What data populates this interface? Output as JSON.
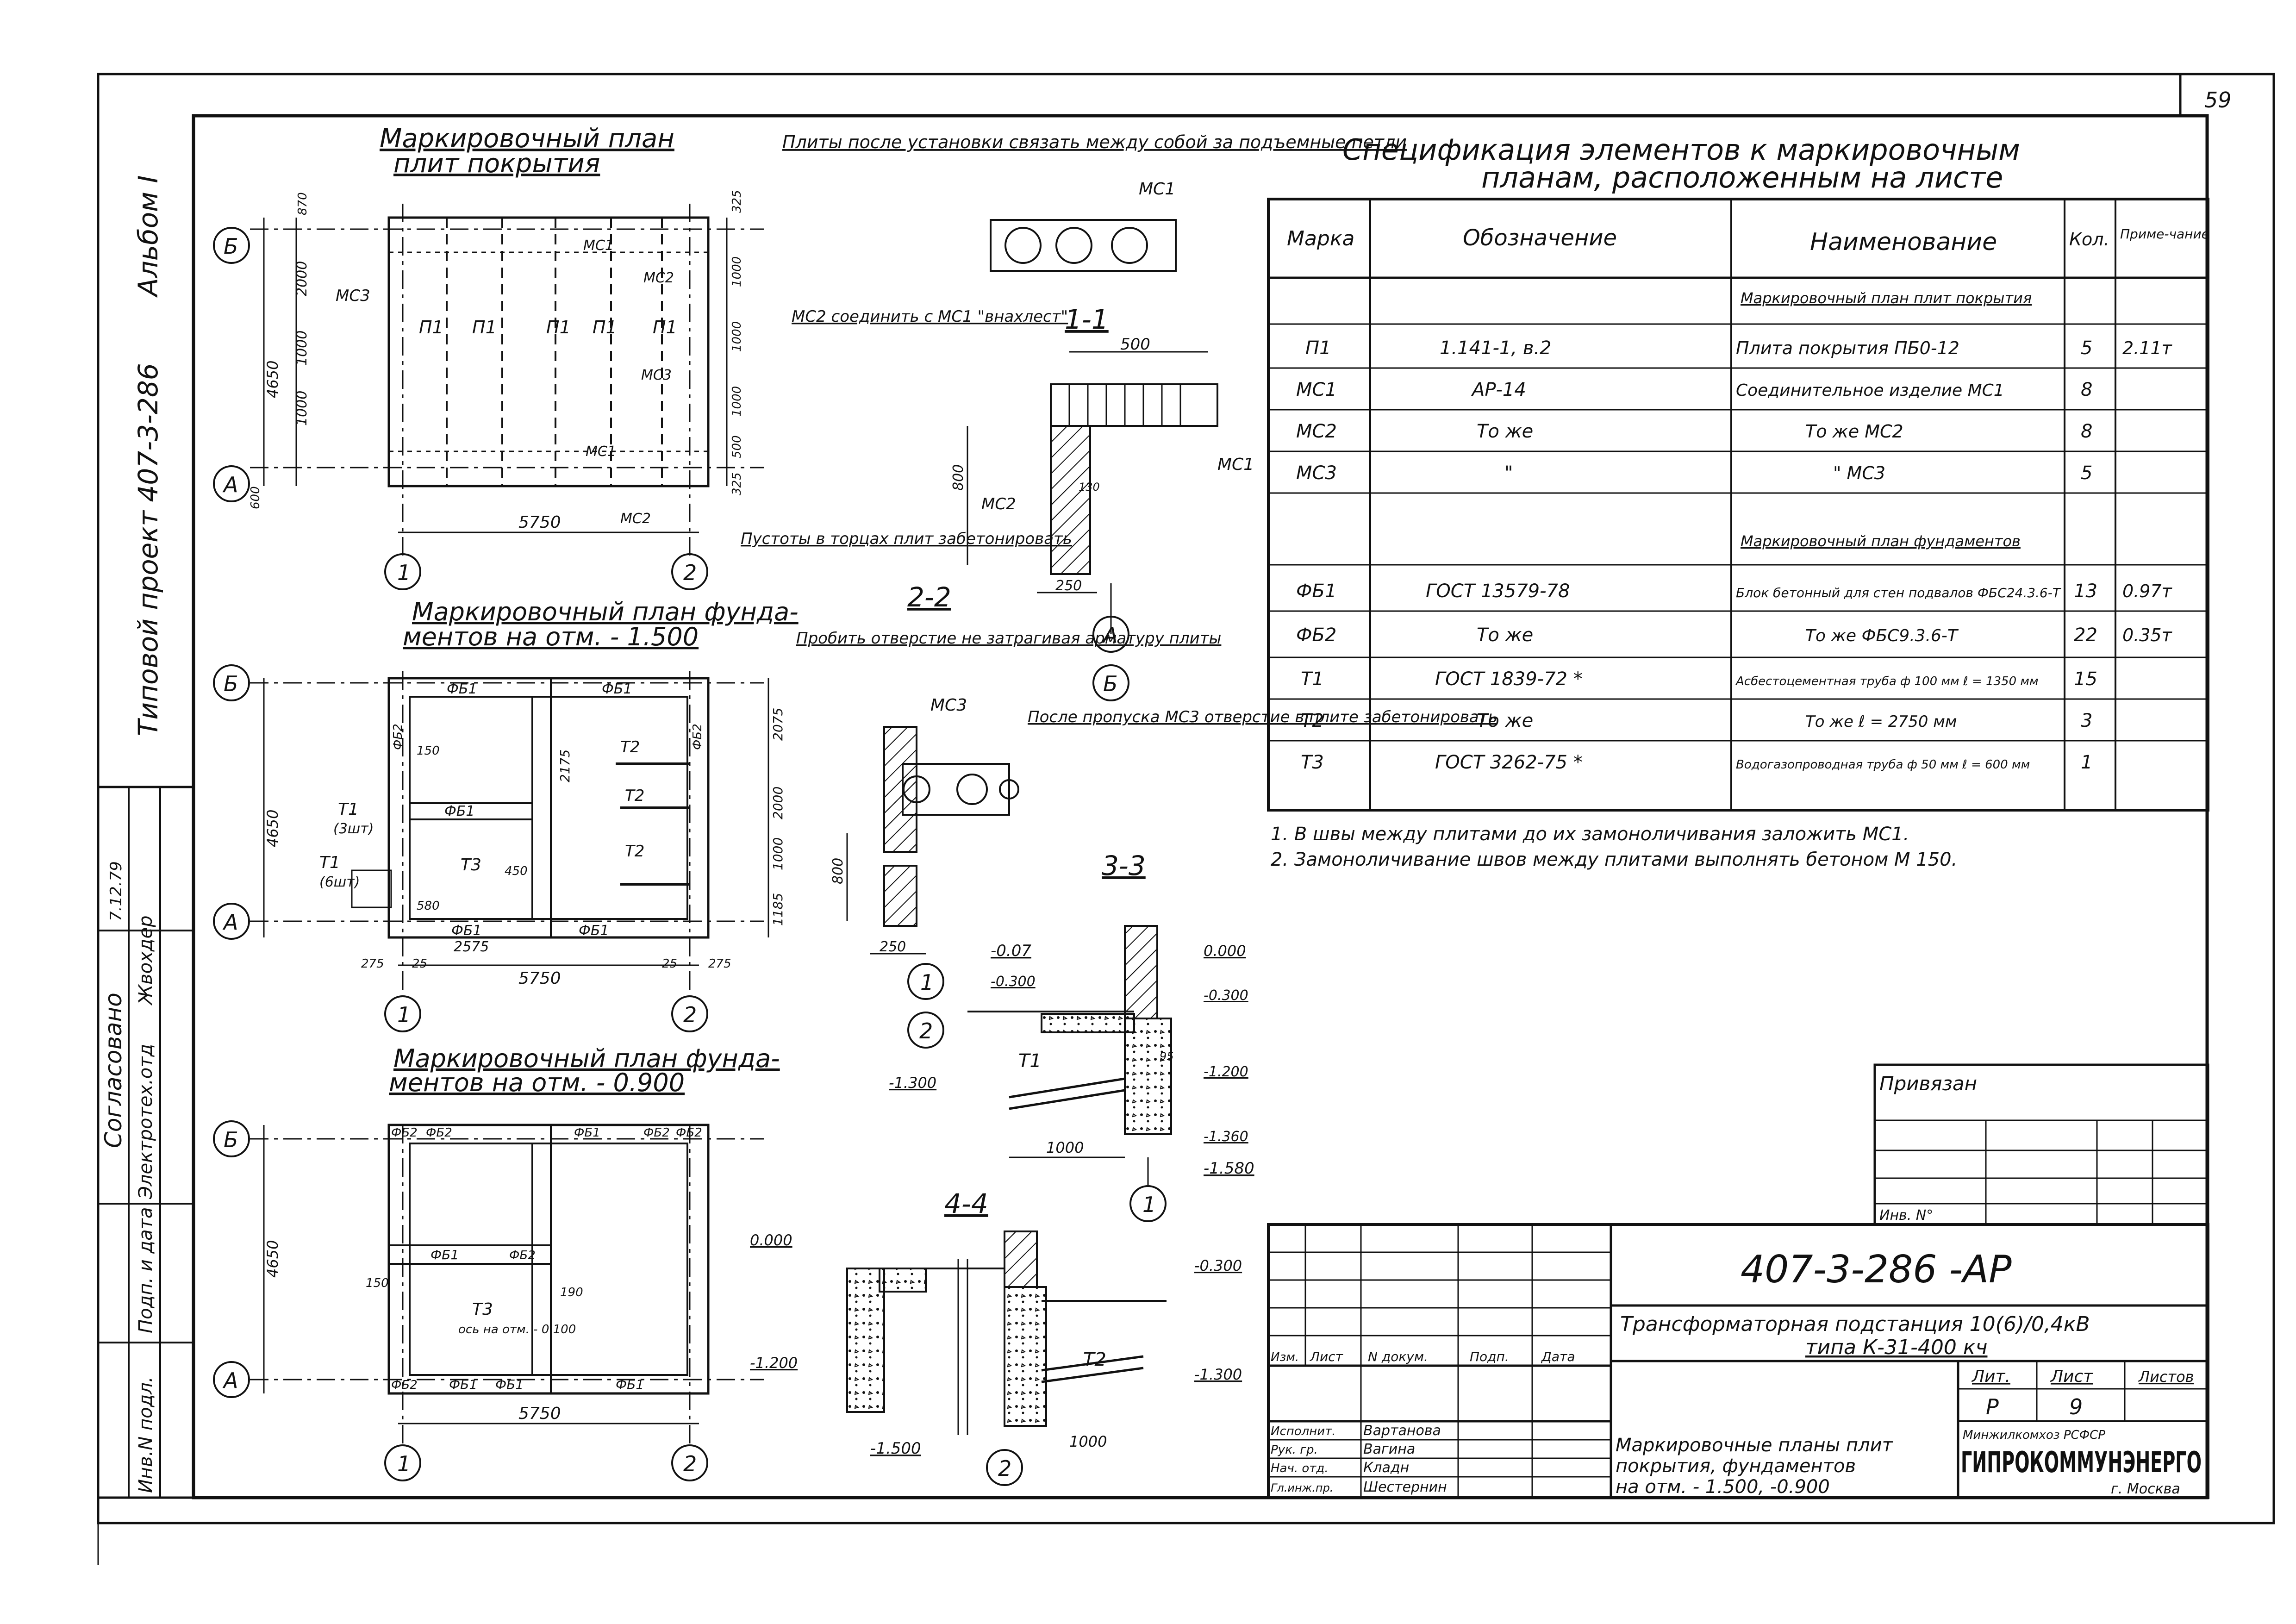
{
  "sheet": {
    "page_number": "59",
    "album": "Альбом I",
    "project": "Типовой проект 407-3-286"
  },
  "side_stamp": {
    "agreed": "Согласовано",
    "dept": "Электротех.отд",
    "name": "Жвохдер",
    "sign_date": "7.12.79",
    "inv_label": "Инв.N подл.",
    "sign_label": "Подп. и дата"
  },
  "plan_roof": {
    "title_line1": "Маркировочный план",
    "title_line2": "плит покрытия",
    "note_top": "Плиты после установки связать между собой за подъемные петли",
    "note_voids": "Пустоты в торцах плит забетонировать",
    "slab_labels": [
      "П1",
      "П1",
      "П1",
      "П1",
      "П1"
    ],
    "mc_labels": [
      "МС1",
      "МС2",
      "МС3",
      "МС1",
      "МС2",
      "МС3"
    ],
    "dims_left": [
      "4650",
      "2000",
      "1000",
      "1000",
      "870",
      "600"
    ],
    "dims_right": [
      "325",
      "1000",
      "1000",
      "1000",
      "500",
      "325"
    ],
    "dim_bottom": "5750",
    "axes_rows": [
      "Б",
      "А"
    ],
    "axes_cols": [
      "1",
      "2"
    ]
  },
  "plan_found_1500": {
    "title_line1": "Маркировочный план фунда-",
    "title_line2": "ментов на отм. - 1.500",
    "block_labels": [
      "ФБ1",
      "ФБ1",
      "ФБ1",
      "ФБ1",
      "ФБ1",
      "ФБ2",
      "ФБ2"
    ],
    "pipe_labels": [
      "Т2",
      "Т2",
      "Т2",
      "Т1",
      "Т1",
      "Т3"
    ],
    "pipe_count_1": "(3шт)",
    "pipe_count_2": "(6шт)",
    "dims_left": [
      "4650"
    ],
    "dims_right": [
      "2075",
      "2000",
      "1000",
      "1185"
    ],
    "dims_inner": [
      "2175",
      "150",
      "580",
      "450",
      "2575"
    ],
    "dims_bottom": [
      "5750",
      "275",
      "25",
      "25",
      "275"
    ],
    "axes_rows": [
      "Б",
      "А"
    ],
    "axes_cols": [
      "1",
      "2"
    ]
  },
  "plan_found_0900": {
    "title_line1": "Маркировочный план фунда-",
    "title_line2": "ментов на отм. - 0.900",
    "block_labels": [
      "ФБ2",
      "ФБ2",
      "ФБ1",
      "ФБ2",
      "ФБ2",
      "ФБ1",
      "ФБ2",
      "ФБ1",
      "ФБ2",
      "ФБ1",
      "ФБ1"
    ],
    "pipe_label": "Т3",
    "pipe_note": "ось на отм. - 0.100",
    "dims_left": [
      "4650"
    ],
    "dim_mid": [
      "190",
      "150"
    ],
    "dim_bottom": "5750",
    "axes_rows": [
      "Б",
      "А"
    ],
    "axes_cols": [
      "1",
      "2"
    ]
  },
  "section_1_1": {
    "title": "1-1",
    "note": "МС2 соединить с МС1 \"внахлест\"",
    "labels": [
      "МС1",
      "МС1",
      "МС2"
    ],
    "dims": [
      "500",
      "800",
      "250",
      "130"
    ],
    "axes": [
      "А",
      "Б"
    ]
  },
  "section_2_2": {
    "title": "2-2",
    "note_left": "Пробить отверстие не затрагивая арматуру плиты",
    "note_right": "После пропуска МС3 отверстие в плите забетонировать",
    "labels": [
      "МС3"
    ],
    "dims": [
      "800",
      "250"
    ],
    "axes": [
      "1",
      "2"
    ]
  },
  "section_3_3": {
    "title": "3-3",
    "levels": [
      "-0.07",
      "-0.300",
      "0.000",
      "-0.300",
      "-1.300",
      "-1.200",
      "-1.360",
      "-1.580"
    ],
    "labels": [
      "Т1"
    ],
    "dims": [
      "1000",
      "95"
    ],
    "axis": "1"
  },
  "section_4_4": {
    "title": "4-4",
    "levels": [
      "0.000",
      "-1.200",
      "-1.500",
      "-0.300",
      "-1.300"
    ],
    "labels": [
      "Т2"
    ],
    "dims": [
      "1000"
    ],
    "axis": "2"
  },
  "spec": {
    "title_line1": "Спецификация элементов к маркировочным",
    "title_line2": "планам, расположенным на листе",
    "headers": [
      "Марка",
      "Обозначение",
      "Наименование",
      "Кол.",
      "Приме-чание"
    ],
    "group_1": "Маркировочный план плит покрытия",
    "group_2": "Маркировочный план фундаментов",
    "rows": [
      [
        "П1",
        "1.141-1, в.2",
        "Плита покрытия ПБ0-12",
        "5",
        "2.11т"
      ],
      [
        "МС1",
        "АР-14",
        "Соединительное изделие МС1",
        "8",
        ""
      ],
      [
        "МС2",
        "То же",
        "То же МС2",
        "8",
        ""
      ],
      [
        "МС3",
        "\"",
        "\" МС3",
        "5",
        ""
      ],
      [
        "ФБ1",
        "ГОСТ 13579-78",
        "Блок бетонный для стен подвалов ФБС24.3.6-Т",
        "13",
        "0.97т"
      ],
      [
        "ФБ2",
        "То же",
        "То же ФБС9.3.6-Т",
        "22",
        "0.35т"
      ],
      [
        "Т1",
        "ГОСТ 1839-72 *",
        "Асбестоцементная труба ф 100 мм ℓ = 1350 мм",
        "15",
        ""
      ],
      [
        "Т2",
        "То же",
        "То же ℓ = 2750 мм",
        "3",
        ""
      ],
      [
        "Т3",
        "ГОСТ 3262-75 *",
        "Водогазопроводная труба ф 50 мм ℓ = 600 мм",
        "1",
        ""
      ]
    ],
    "notes": [
      "1. В швы между плитами до их замоноличивания заложить МС1.",
      "2. Замоноличивание швов между плитами выполнять бетоном М 150."
    ]
  },
  "privyazan": {
    "label": "Привязан",
    "inv_label": "Инв. N°"
  },
  "title_block": {
    "code": "407-3-286 -АР",
    "object_line1": "Трансформаторная подстанция 10(6)/0,4кВ",
    "object_line2": "типа К-31-400 кч",
    "sheet_title_line1": "Маркировочные планы плит",
    "sheet_title_line2": "покрытия, фундаментов",
    "sheet_title_line3": "на отм. - 1.500, -0.900",
    "col_headers": [
      "Изм.",
      "Лист",
      "N докум.",
      "Подп.",
      "Дата"
    ],
    "stage_headers": [
      "Лит.",
      "Лист",
      "Листов"
    ],
    "stage_values": [
      "Р",
      "9",
      ""
    ],
    "people": [
      [
        "Исполнит.",
        "Вартанова"
      ],
      [
        "Рук. гр.",
        "Вагина"
      ],
      [
        "Нач. отд.",
        "Кладн"
      ],
      [
        "Гл.инж.пр.",
        "Шестернин"
      ]
    ],
    "org_top": "Минжилкомхоз РСФСР",
    "org_name": "ГИПРОКОММУНЭНЕРГО",
    "org_city": "г. Москва"
  }
}
